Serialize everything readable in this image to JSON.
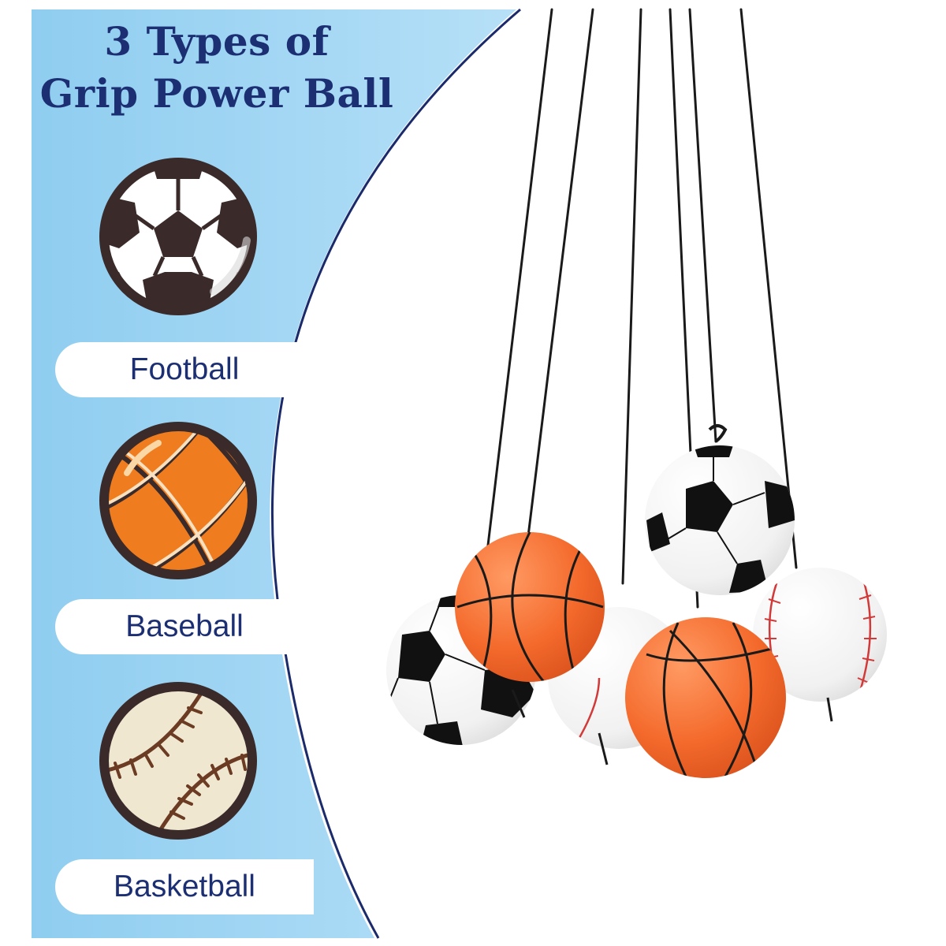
{
  "title": {
    "line1": "3 Types of",
    "line2": "Grip Power Ball"
  },
  "types": [
    {
      "label": "Football",
      "icon": "soccer-ball-icon"
    },
    {
      "label": "Baseball",
      "icon": "basketball-icon"
    },
    {
      "label": "Basketball",
      "icon": "baseball-icon"
    }
  ],
  "colors": {
    "panel_blue": "#9fd5f3",
    "title_navy": "#1c2f73",
    "arc_navy": "#1b2a6b",
    "icon_outline": "#3a2a2a",
    "basketball_orange": "#ef7d1f",
    "baseball_cream": "#efe7cf",
    "baseball_stitch": "#6b3b23"
  }
}
